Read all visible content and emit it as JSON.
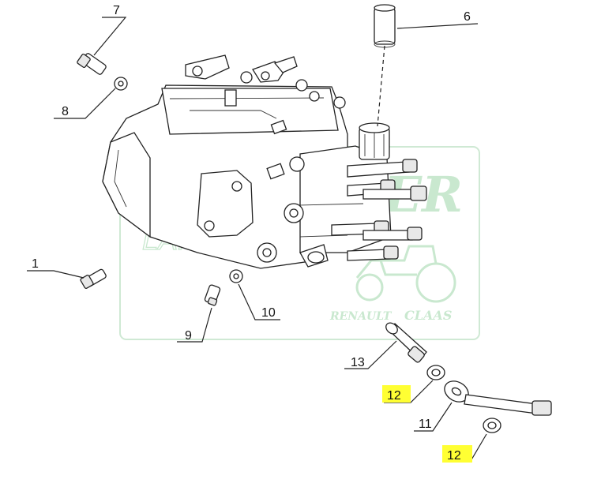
{
  "watermark": {
    "brand_top": "SCHAULER",
    "brand_bottom": "LANDTECHNIK",
    "dealer_left": "RENAULT",
    "dealer_right": "CLAAS",
    "color": "#c9e8cf"
  },
  "callouts": [
    {
      "id": "c1",
      "label": "1",
      "highlighted": false
    },
    {
      "id": "c6",
      "label": "6",
      "highlighted": false
    },
    {
      "id": "c7",
      "label": "7",
      "highlighted": false
    },
    {
      "id": "c8",
      "label": "8",
      "highlighted": false
    },
    {
      "id": "c9",
      "label": "9",
      "highlighted": false
    },
    {
      "id": "c10",
      "label": "10",
      "highlighted": false
    },
    {
      "id": "c11",
      "label": "11",
      "highlighted": false
    },
    {
      "id": "c12a",
      "label": "12",
      "highlighted": true
    },
    {
      "id": "c12b",
      "label": "12",
      "highlighted": true
    },
    {
      "id": "c13",
      "label": "13",
      "highlighted": false
    }
  ],
  "highlight_color": "#ffff33"
}
